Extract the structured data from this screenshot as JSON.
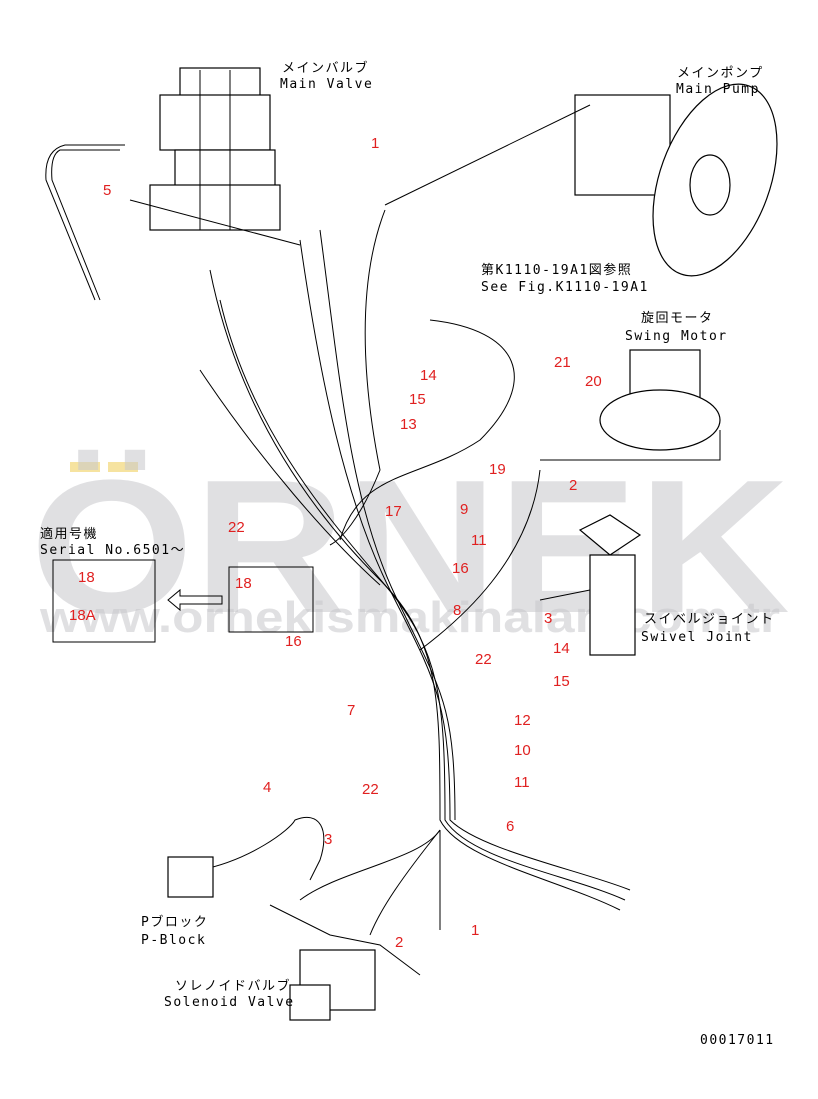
{
  "watermark": {
    "brand": "ÖRNEK",
    "url": "www.ornekismakinalari.com.tr"
  },
  "labels": {
    "main_valve_jp": "メインバルブ",
    "main_valve_en": "Main Valve",
    "main_pump_jp": "メインポンプ",
    "main_pump_en": "Main Pump",
    "see_fig_jp": "第K1110-19A1図参照",
    "see_fig_en": "See Fig.K1110-19A1",
    "swing_motor_jp": "旋回モータ",
    "swing_motor_en": "Swing Motor",
    "swivel_joint_jp": "スイベルジョイント",
    "swivel_joint_en": "Swivel Joint",
    "p_block_jp": "Pブロック",
    "p_block_en": "P-Block",
    "solenoid_valve_jp": "ソレノイドバルブ",
    "solenoid_valve_en": "Solenoid Valve",
    "serial_jp": "適用号機",
    "serial_en": "Serial No.6501～",
    "drawing_no": "00017011"
  },
  "callouts": [
    "1",
    "5",
    "14",
    "15",
    "13",
    "21",
    "20",
    "19",
    "2",
    "9",
    "11",
    "17",
    "22",
    "16",
    "18",
    "18A",
    "18",
    "16",
    "8",
    "3",
    "22",
    "14",
    "15",
    "7",
    "12",
    "10",
    "11",
    "22",
    "6",
    "4",
    "3",
    "2",
    "1"
  ],
  "colors": {
    "callout": "#e02020",
    "watermark": "#c8c8cc",
    "watermark_accent": "#f0d060"
  }
}
